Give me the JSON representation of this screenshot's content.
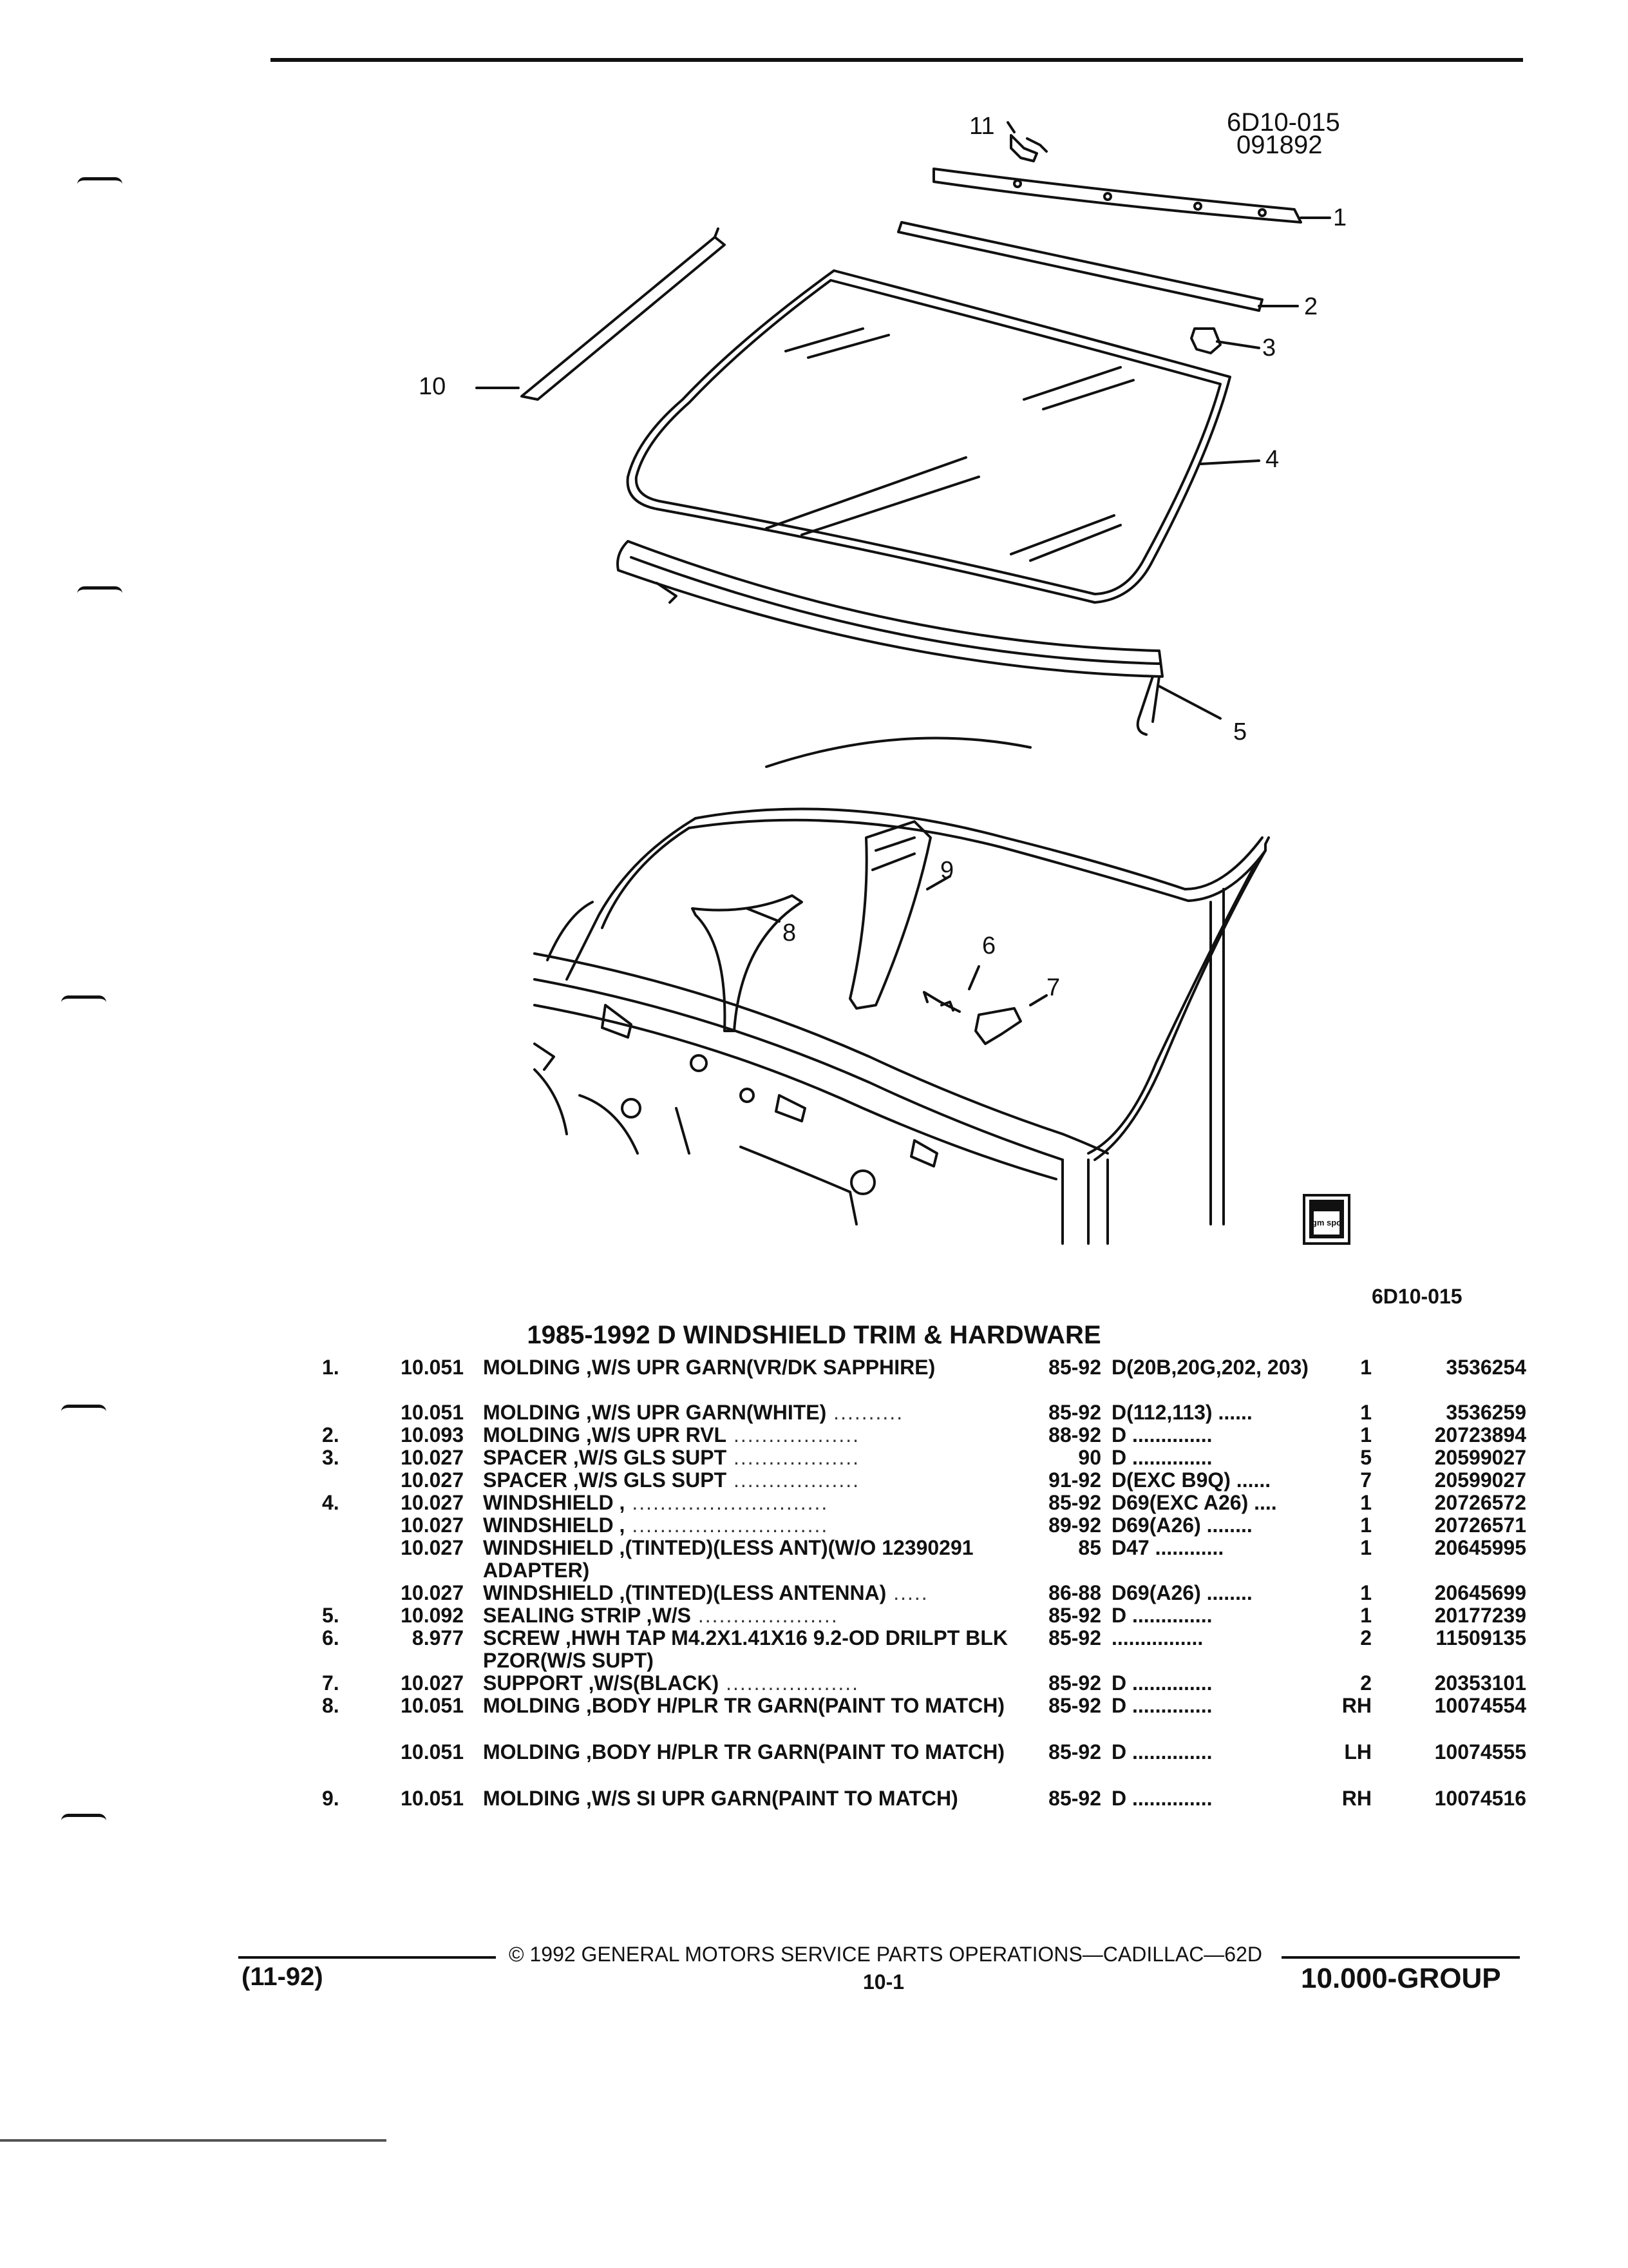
{
  "header": {
    "diagram_code": "6D10-015",
    "diagram_date": "091892"
  },
  "callouts": [
    "1",
    "2",
    "3",
    "4",
    "5",
    "6",
    "7",
    "8",
    "9",
    "10",
    "11"
  ],
  "logo_text": "gm spo",
  "figure_code": "6D10-015",
  "title": "1985-1992 D WINDSHIELD TRIM & HARDWARE",
  "rows": [
    {
      "item": "1.",
      "section": "10.051",
      "desc": "MOLDING ,W/S UPR GARN(VR/DK SAPPHIRE)",
      "dots": "",
      "years": "85-92",
      "applic": "D(20B,20G,202, 203)",
      "qty": "1",
      "part": "3536254"
    },
    {
      "item": "",
      "section": "10.051",
      "desc": "MOLDING ,W/S UPR GARN(WHITE)",
      "dots": " ..........",
      "years": "85-92",
      "applic": "D(112,113)  ......",
      "qty": "1",
      "part": "3536259"
    },
    {
      "item": "2.",
      "section": "10.093",
      "desc": "MOLDING ,W/S UPR RVL",
      "dots": " ..................",
      "years": "88-92",
      "applic": "D ..............",
      "qty": "1",
      "part": "20723894"
    },
    {
      "item": "3.",
      "section": "10.027",
      "desc": "SPACER ,W/S GLS SUPT",
      "dots": " ..................",
      "years": "90",
      "applic": "D ..............",
      "qty": "5",
      "part": "20599027"
    },
    {
      "item": "",
      "section": "10.027",
      "desc": "SPACER ,W/S GLS SUPT",
      "dots": " ..................",
      "years": "91-92",
      "applic": "D(EXC B9Q) ......",
      "qty": "7",
      "part": "20599027"
    },
    {
      "item": "4.",
      "section": "10.027",
      "desc": "WINDSHIELD ,",
      "dots": " ............................",
      "years": "85-92",
      "applic": "D69(EXC A26) ....",
      "qty": "1",
      "part": "20726572"
    },
    {
      "item": "",
      "section": "10.027",
      "desc": "WINDSHIELD ,",
      "dots": " ............................",
      "years": "89-92",
      "applic": "D69(A26) ........",
      "qty": "1",
      "part": "20726571"
    },
    {
      "item": "",
      "section": "10.027",
      "desc": "WINDSHIELD ,(TINTED)(LESS ANT)(W/O 12390291 ADAPTER)",
      "dots": "",
      "years": "85",
      "applic": "D47 ............",
      "qty": "1",
      "part": "20645995"
    },
    {
      "item": "",
      "section": "10.027",
      "desc": "WINDSHIELD ,(TINTED)(LESS ANTENNA)",
      "dots": " .....",
      "years": "86-88",
      "applic": "D69(A26) ........",
      "qty": "1",
      "part": "20645699"
    },
    {
      "item": "5.",
      "section": "10.092",
      "desc": "SEALING STRIP ,W/S",
      "dots": " ....................",
      "years": "85-92",
      "applic": "D ..............",
      "qty": "1",
      "part": "20177239"
    },
    {
      "item": "6.",
      "section": "8.977",
      "desc": "SCREW ,HWH TAP M4.2X1.41X16 9.2-OD DRILPT BLK PZOR(W/S SUPT)",
      "dots": "",
      "years": "85-92",
      "applic": "................",
      "qty": "2",
      "part": "11509135"
    },
    {
      "item": "7.",
      "section": "10.027",
      "desc": "SUPPORT ,W/S(BLACK)",
      "dots": " ...................",
      "years": "85-92",
      "applic": "D ..............",
      "qty": "2",
      "part": "20353101"
    },
    {
      "item": "8.",
      "section": "10.051",
      "desc": "MOLDING ,BODY H/PLR TR GARN(PAINT TO MATCH)",
      "dots": "",
      "years": "85-92",
      "applic": "D ..............",
      "qty": "RH",
      "part": "10074554"
    },
    {
      "item": "",
      "section": "10.051",
      "desc": "MOLDING ,BODY H/PLR TR GARN(PAINT TO MATCH)",
      "dots": "",
      "years": "85-92",
      "applic": "D ..............",
      "qty": "LH",
      "part": "10074555"
    },
    {
      "item": "9.",
      "section": "10.051",
      "desc": "MOLDING ,W/S SI UPR GARN(PAINT TO MATCH)",
      "dots": "",
      "years": "85-92",
      "applic": "D ..............",
      "qty": "RH",
      "part": "10074516"
    }
  ],
  "footer": {
    "copyright": "© 1992 GENERAL MOTORS SERVICE PARTS OPERATIONS—CADILLAC—62D",
    "date": "(11-92)",
    "page": "10-1",
    "group": "10.000-GROUP"
  }
}
